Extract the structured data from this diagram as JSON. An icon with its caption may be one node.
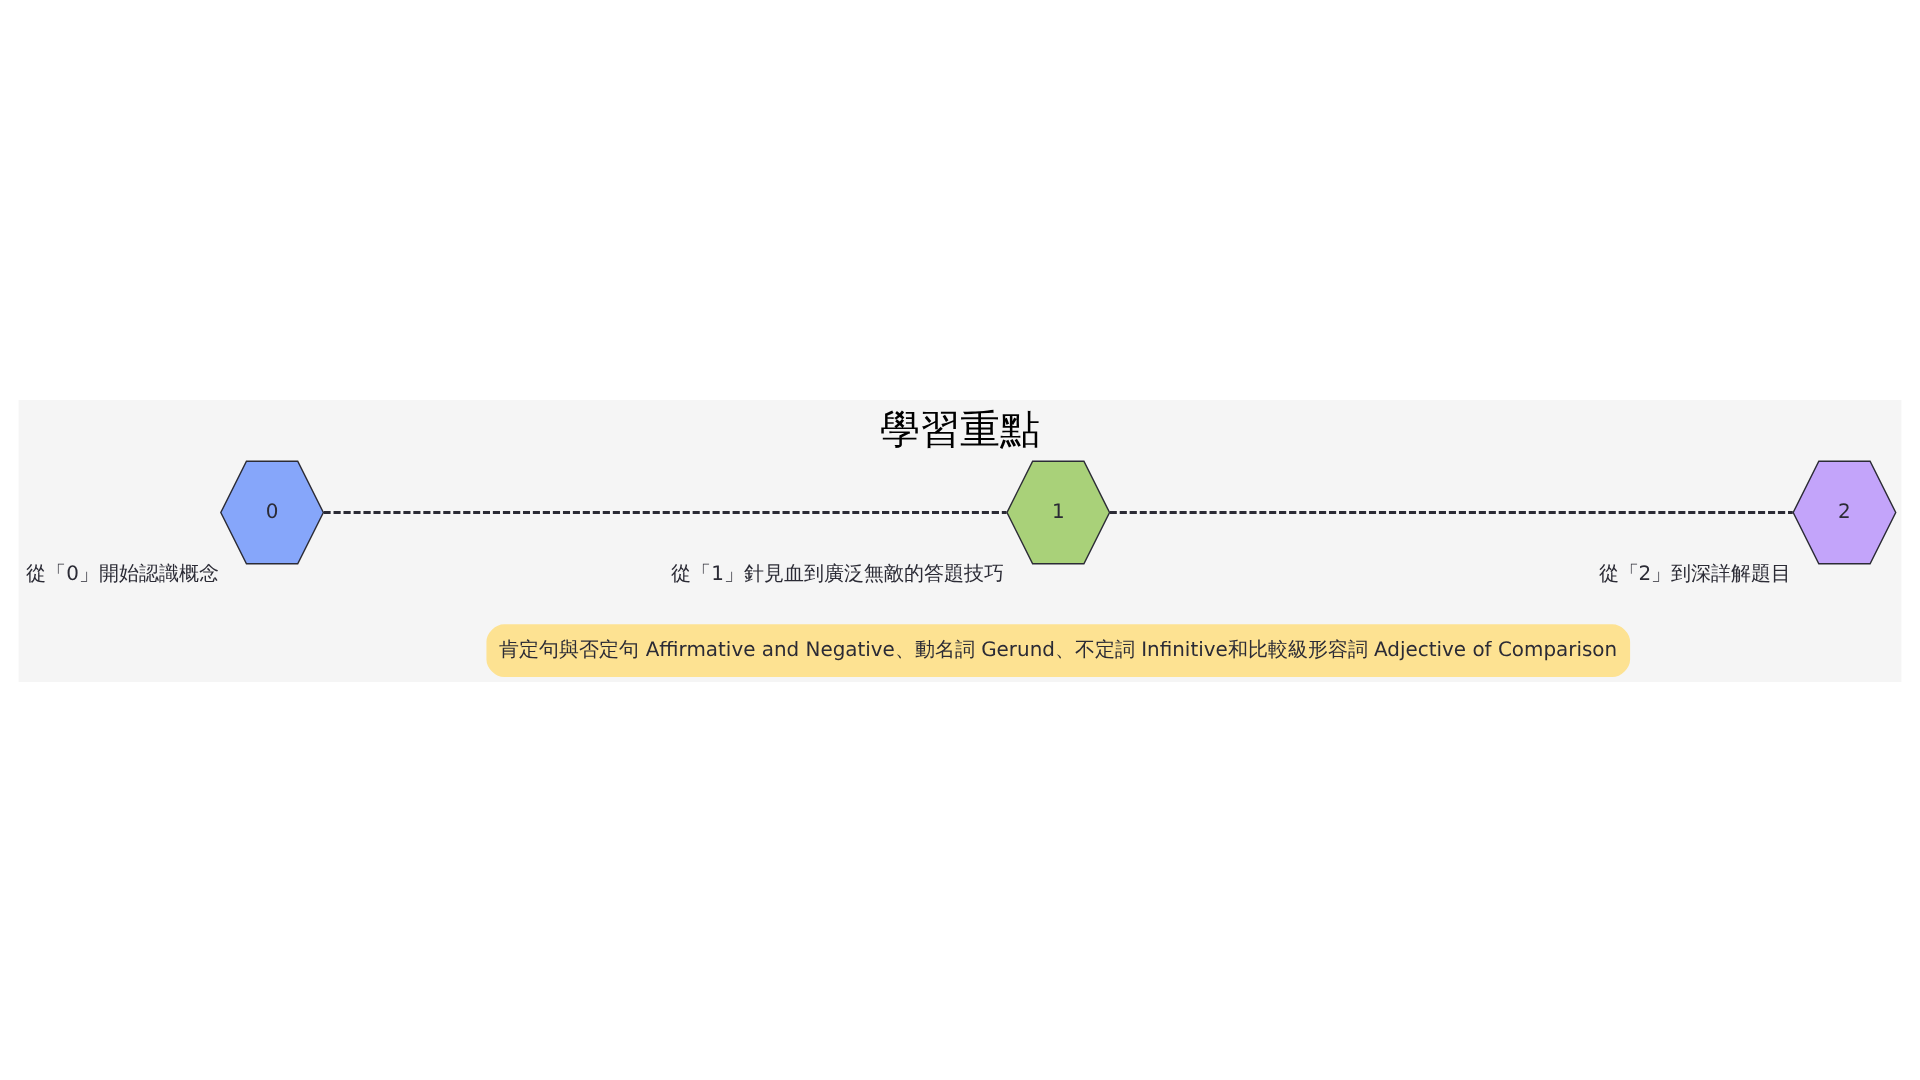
{
  "diagram": {
    "title": "學習重點",
    "nodes": [
      {
        "text": [
          "肯定句與否定句 Affirmative and Negative、動名詞 Gerund、不定詞 Infinitive和比較級形容詞 Adjective of Comparison"
        ]
      },
      {
        "text": [
          "0"
        ],
        "beside": [
          "從「0」開始認識概念"
        ]
      },
      {
        "text": [
          "1"
        ],
        "beside": [
          "從「1」針見血到廣泛無敵的答題技巧"
        ]
      },
      {
        "text": [
          "2"
        ],
        "beside": [
          "從「2」到深詳解題目"
        ]
      }
    ],
    "edges": [
      {
        "from": 1,
        "to": 2,
        "arrow": "none",
        "style": "dashed"
      },
      {
        "from": 2,
        "to": 3,
        "arrow": "none",
        "style": "dashed"
      }
    ]
  }
}
